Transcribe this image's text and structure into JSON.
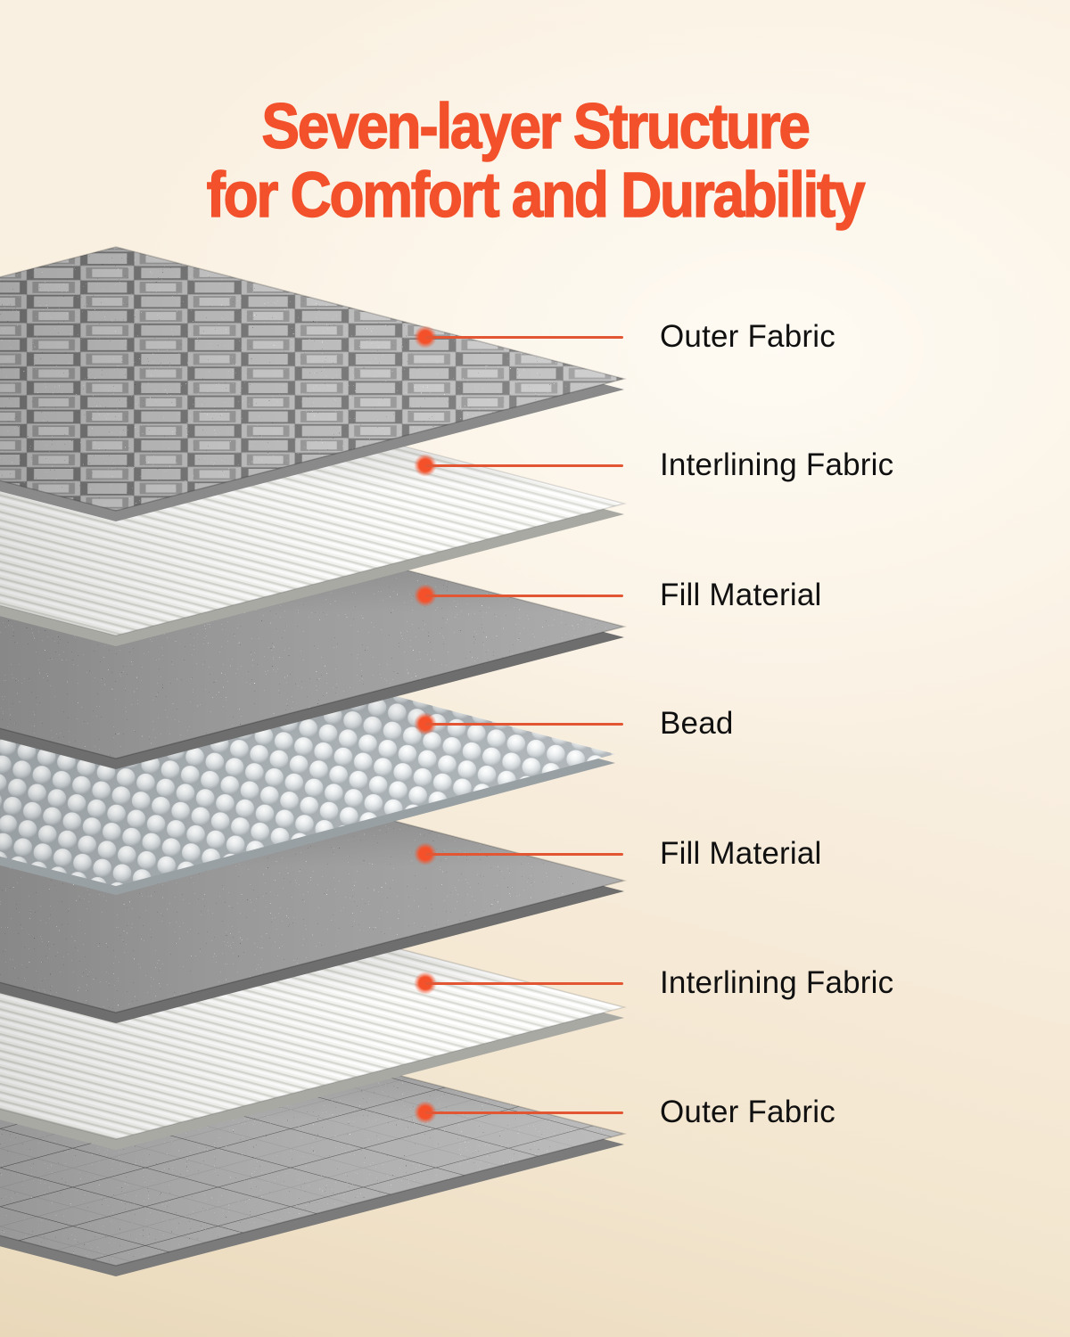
{
  "title": {
    "line1": "Seven-layer Structure",
    "line2": "for Comfort and Durability"
  },
  "layers": [
    {
      "id": 1,
      "label": "Outer Fabric",
      "texture": "cable-knit-plush"
    },
    {
      "id": 2,
      "label": "Interlining Fabric",
      "texture": "white-ribbed"
    },
    {
      "id": 3,
      "label": "Fill Material",
      "texture": "heathered-speckle"
    },
    {
      "id": 4,
      "label": "Bead",
      "texture": "bead-grid"
    },
    {
      "id": 5,
      "label": "Fill Material",
      "texture": "heathered-speckle"
    },
    {
      "id": 6,
      "label": "Interlining Fabric",
      "texture": "white-ribbed"
    },
    {
      "id": 7,
      "label": "Outer Fabric",
      "texture": "grid-weave"
    }
  ],
  "colors": {
    "title": "#F2512B",
    "label_text": "#101010",
    "callout_line": "#E25633",
    "callout_dot": "#F4512B",
    "background": "#F8EEDF"
  }
}
